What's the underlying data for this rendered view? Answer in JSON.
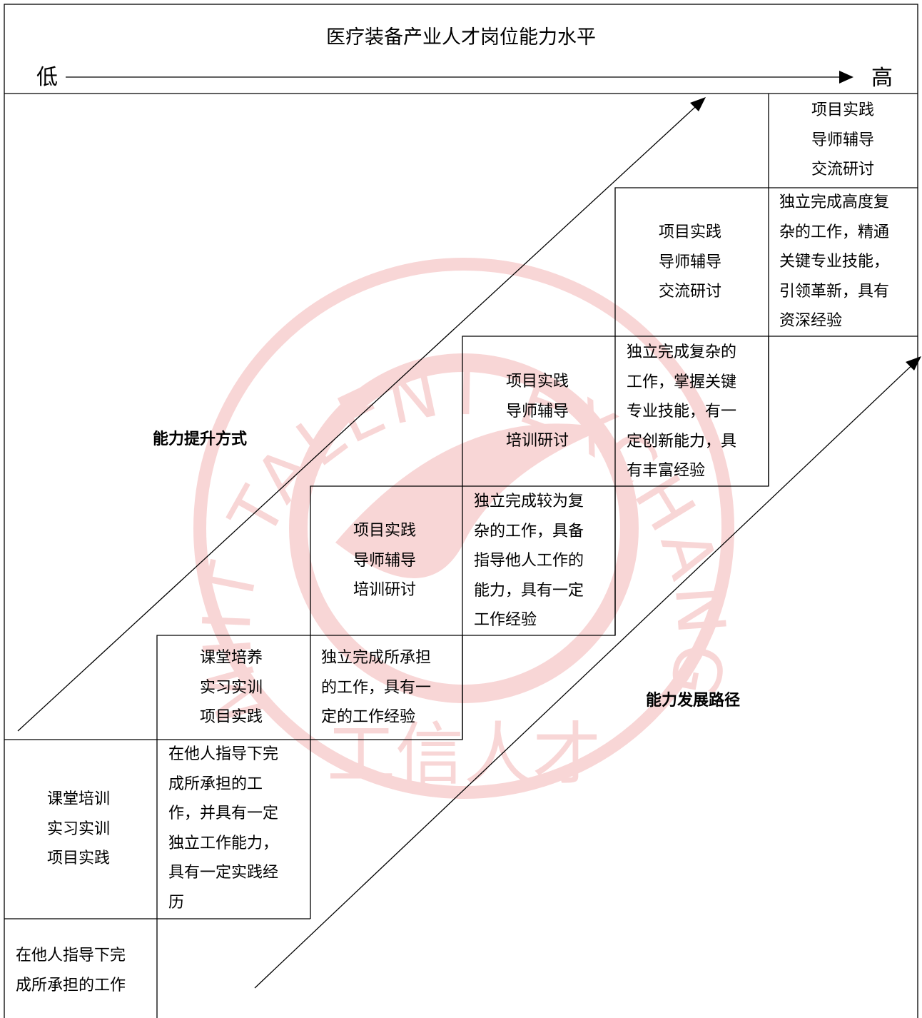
{
  "title": "医疗装备产业人才岗位能力水平",
  "axis": {
    "low": "低",
    "high": "高"
  },
  "labels": {
    "methods": "能力提升方式",
    "path": "能力发展路径"
  },
  "watermark": {
    "ring_text": "MIIT TALENT EXCHANGE CENTER",
    "bottom_text": "工信人才",
    "color": "#f4b6b6"
  },
  "levels": [
    {
      "capability": [
        "在他人指导下完",
        "成所承担的工作"
      ],
      "methods": [
        "课堂培训",
        "实习实训",
        "项目实践"
      ]
    },
    {
      "capability": [
        "在他人指导下完",
        "成所承担的工",
        "作，并具有一定",
        "独立工作能力，",
        "具有一定实践经",
        "历"
      ],
      "methods": [
        "课堂培养",
        "实习实训",
        "项目实践"
      ]
    },
    {
      "capability": [
        "独立完成所承担",
        "的工作，具有一",
        "定的工作经验"
      ],
      "methods": [
        "项目实践",
        "导师辅导",
        "培训研讨"
      ]
    },
    {
      "capability": [
        "独立完成较为复",
        "杂的工作，具备",
        "指导他人工作的",
        "能力，具有一定",
        "工作经验"
      ],
      "methods": [
        "项目实践",
        "导师辅导",
        "培训研讨"
      ]
    },
    {
      "capability": [
        "独立完成复杂的",
        "工作，掌握关键",
        "专业技能，有一",
        "定创新能力，具",
        "有丰富经验"
      ],
      "methods": [
        "项目实践",
        "导师辅导",
        "交流研讨"
      ]
    },
    {
      "capability": [
        "独立完成高度复",
        "杂的工作，精通",
        "关键专业技能，",
        "引领革新，具有",
        "资深经验"
      ],
      "methods": [
        "项目实践",
        "导师辅导",
        "交流研讨"
      ]
    }
  ]
}
